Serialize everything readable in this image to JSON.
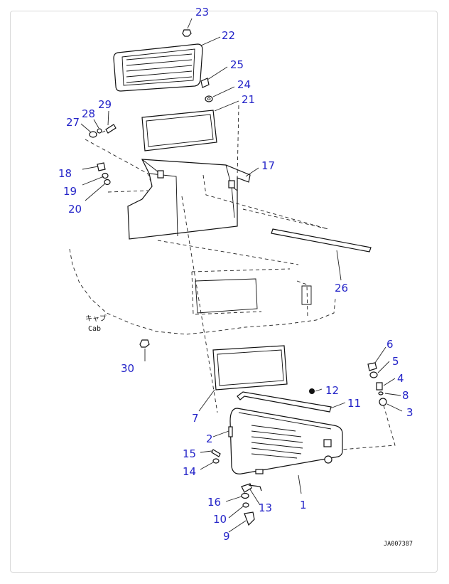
{
  "diagram": {
    "callouts": [
      {
        "id": "23",
        "label": "23"
      },
      {
        "id": "22",
        "label": "22"
      },
      {
        "id": "25",
        "label": "25"
      },
      {
        "id": "24",
        "label": "24"
      },
      {
        "id": "21",
        "label": "21"
      },
      {
        "id": "29",
        "label": "29"
      },
      {
        "id": "28",
        "label": "28"
      },
      {
        "id": "27",
        "label": "27"
      },
      {
        "id": "17",
        "label": "17"
      },
      {
        "id": "18",
        "label": "18"
      },
      {
        "id": "19",
        "label": "19"
      },
      {
        "id": "20",
        "label": "20"
      },
      {
        "id": "26",
        "label": "26"
      },
      {
        "id": "30",
        "label": "30"
      },
      {
        "id": "6",
        "label": "6"
      },
      {
        "id": "5",
        "label": "5"
      },
      {
        "id": "4",
        "label": "4"
      },
      {
        "id": "8",
        "label": "8"
      },
      {
        "id": "3",
        "label": "3"
      },
      {
        "id": "12",
        "label": "12"
      },
      {
        "id": "11",
        "label": "11"
      },
      {
        "id": "7",
        "label": "7"
      },
      {
        "id": "2",
        "label": "2"
      },
      {
        "id": "15",
        "label": "15"
      },
      {
        "id": "14",
        "label": "14"
      },
      {
        "id": "1",
        "label": "1"
      },
      {
        "id": "16",
        "label": "16"
      },
      {
        "id": "13",
        "label": "13"
      },
      {
        "id": "10",
        "label": "10"
      },
      {
        "id": "9",
        "label": "9"
      }
    ],
    "cab_label_jp": "キャブ",
    "cab_label_en": "Cab",
    "drawing_code": "JA007387"
  }
}
